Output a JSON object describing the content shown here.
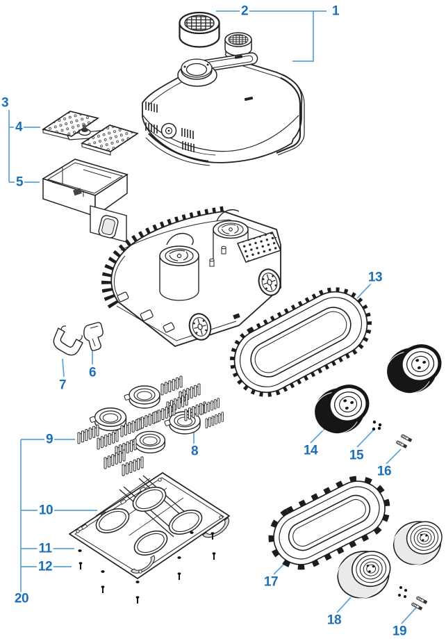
{
  "diagram": {
    "type": "exploded-parts-diagram",
    "colors": {
      "callout_number": "#1a6fb8",
      "leader_line": "#58a3d8",
      "line_art": "#1f1f1f",
      "shaded_fill": "#d9dcde",
      "dark_tire": "#161616",
      "light_tire": "#eaeaea",
      "background": "#ffffff"
    },
    "callouts": [
      {
        "label": "1"
      },
      {
        "label": "2"
      },
      {
        "label": "3"
      },
      {
        "label": "4"
      },
      {
        "label": "5"
      },
      {
        "label": "6"
      },
      {
        "label": "7"
      },
      {
        "label": "8"
      },
      {
        "label": "9"
      },
      {
        "label": "10"
      },
      {
        "label": "11"
      },
      {
        "label": "12"
      },
      {
        "label": "13"
      },
      {
        "label": "14"
      },
      {
        "label": "15"
      },
      {
        "label": "16"
      },
      {
        "label": "17"
      },
      {
        "label": "18"
      },
      {
        "label": "19"
      },
      {
        "label": "20"
      }
    ]
  }
}
